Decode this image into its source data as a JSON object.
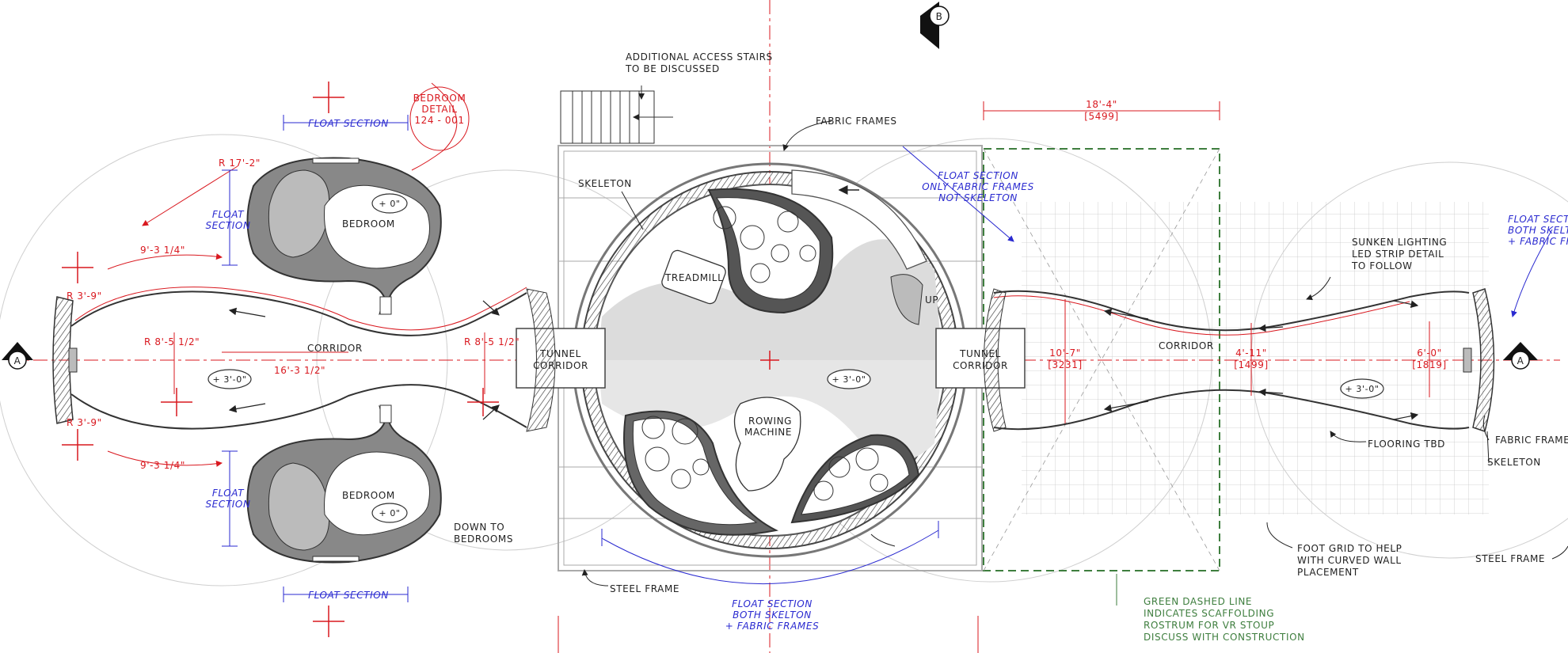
{
  "section_markers": {
    "left": "A",
    "right": "A",
    "top": "B"
  },
  "notes": {
    "stairs_note": [
      "ADDITIONAL ACCESS STAIRS",
      "TO BE DISCUSSED"
    ],
    "fabric_frames_top": "FABRIC FRAMES",
    "skeleton": "SKELETON",
    "treadmill": "TREADMILL",
    "up": "UP",
    "rowing_machine": [
      "ROWING",
      "MACHINE"
    ],
    "tunnel_corridor_left": [
      "TUNNEL",
      "CORRIDOR"
    ],
    "tunnel_corridor_right": [
      "TUNNEL",
      "CORRIDOR"
    ],
    "corridor_left": "CORRIDOR",
    "corridor_right": "CORRIDOR",
    "bedroom_top": "BEDROOM",
    "bedroom_bottom": "BEDROOM",
    "down_to_bedrooms": [
      "DOWN TO",
      "BEDROOMS"
    ],
    "steel_frame_bottom": "STEEL FRAME",
    "steel_frame_right": "STEEL FRAME",
    "sunken_lighting": [
      "SUNKEN LIGHTING",
      "LED STRIP DETAIL",
      "TO FOLLOW"
    ],
    "flooring_tbd": "FLOORING TBD",
    "fabric_frames_right": "FABRIC FRAMES",
    "skeleton_right": "SKELETON",
    "foot_grid": [
      "FOOT GRID TO HELP",
      "WITH CURVED WALL",
      "PLACEMENT"
    ],
    "green_note": [
      "GREEN DASHED LINE",
      "INDICATES SCAFFOLDING",
      "ROSTRUM FOR VR STOUP",
      "DISCUSS WITH CONSTRUCTION"
    ]
  },
  "levels": {
    "bedroom_top": "+ 0\"",
    "bedroom_bottom": "+ 0\"",
    "corridor_left": "+ 3'-0\"",
    "center": "+ 3'-0\"",
    "corridor_right": "+ 3'-0\""
  },
  "red_annotations": {
    "bedroom_detail": [
      "BEDROOM",
      "DETAIL",
      "124 - 001"
    ],
    "radius_17_2": "R 17'-2\"",
    "radius_3_9_top": "R 3'-9\"",
    "radius_3_9_bottom": "R 3'-9\"",
    "span_9_3_top": "9'-3 1/4\"",
    "span_9_3_bottom": "9'-3 1/4\"",
    "radius_8_5_left": "R 8'-5 1/2\"",
    "radius_8_5_right": "R 8'-5 1/2\"",
    "span_16_3": "16'-3 1/2\"",
    "dim_18_4": [
      "18'-4\"",
      "[5499]"
    ],
    "dim_10_7": [
      "10'-7\"",
      "[3231]"
    ],
    "dim_4_11": [
      "4'-11\"",
      "[1499]"
    ],
    "dim_6_0": [
      "6'-0\"",
      "[1819]"
    ]
  },
  "blue_annotations": {
    "float_section_top": "FLOAT SECTION",
    "float_section_bottom": "FLOAT SECTION",
    "float_section_side_top": [
      "FLOAT",
      "SECTION"
    ],
    "float_section_side_bottom": [
      "FLOAT",
      "SECTION"
    ],
    "float_fabric_only": [
      "FLOAT SECTION",
      "ONLY FABRIC FRAMES",
      "NOT SKELETON"
    ],
    "float_both_bottom": [
      "FLOAT SECTION",
      "BOTH SKELTON",
      "+ FABRIC FRAMES"
    ],
    "float_both_right": [
      "FLOAT SECTION",
      "BOTH SKELTON",
      "+ FABRIC FRAMES"
    ]
  }
}
